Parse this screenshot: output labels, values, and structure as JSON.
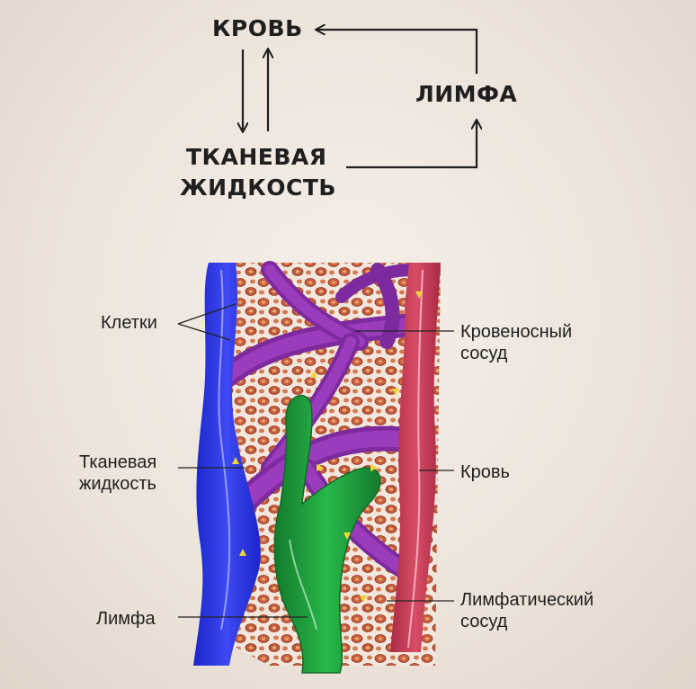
{
  "scheme": {
    "blood": "КРОВЬ",
    "lymph": "ЛИМФА",
    "tissue_fluid_line1": "ТКАНЕВАЯ",
    "tissue_fluid_line2": "ЖИДКОСТЬ"
  },
  "labels": {
    "cells": "Клетки",
    "tissue_fluid_line1": "Тканевая",
    "tissue_fluid_line2": "жидкость",
    "lymph": "Лимфа",
    "blood_vessel_line1": "Кровеносный",
    "blood_vessel_line2": "сосуд",
    "blood": "Кровь",
    "lymph_vessel_line1": "Лимфатический",
    "lymph_vessel_line2": "сосуд"
  },
  "colors": {
    "vein": "#2a36e0",
    "artery": "#c83a55",
    "capillary": "#8a2ea8",
    "lymph_vessel": "#1c9a3a",
    "cell": "#c25a3a",
    "background": "#ece3da"
  }
}
